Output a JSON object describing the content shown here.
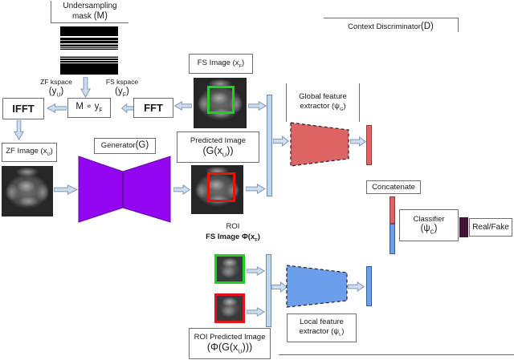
{
  "palette": {
    "generator_purple": "#9405f2",
    "generator_edge": "#5c0b9b",
    "global_red": "#dd6464",
    "global_red_border": "#9c3535",
    "local_blue": "#6d9eeb",
    "local_blue_border": "#2f5e9e",
    "bar_lightblue": "#bdd7ee",
    "bar_lightblue_border": "#6e8cb0",
    "arrow_fill": "#cfdeef",
    "arrow_stroke": "#7c97b8",
    "roi_green": "#1fd11f",
    "roi_red": "#e51414",
    "dark_maroon": "#3f1438",
    "box_border": "#6f6f6f"
  },
  "labels": {
    "mask": {
      "line1": "Undersampling",
      "line2_pre": "mask ",
      "line2_math": "(M)"
    },
    "zf_kspace": {
      "line1": "ZF kspace",
      "pre": "(y",
      "sub": "U",
      "post": ")"
    },
    "fs_kspace": {
      "line1": "FS kspace",
      "pre": "(y",
      "sub": "F",
      "post": ")"
    },
    "ifft": "IFFT",
    "fft": "FFT",
    "hadamard": {
      "pre": "M ∘ y",
      "sub": "F",
      "post": ""
    },
    "zf_image": {
      "pre": "ZF Image (x",
      "sub": "U",
      "post": ")"
    },
    "generator": {
      "pre": "Generator ",
      "math": "(G)"
    },
    "fs_image": {
      "pre": "FS Image (x",
      "sub": "F",
      "post": ")"
    },
    "predicted_image": {
      "line1": "Predicted Image",
      "pre": "(G(x",
      "sub": "U",
      "post": "))"
    },
    "context_discriminator": {
      "pre": "Context Discriminator ",
      "math": "(D)"
    },
    "global_extractor": {
      "line1": "Global feature",
      "pre": "extractor (ψ",
      "sub": "G",
      "post": ")"
    },
    "concatenate": "Concatenate",
    "classifier": {
      "line1": "Classifier",
      "pre": "(ψ",
      "sub": "C",
      "post": ")"
    },
    "real_fake": "Real/Fake",
    "roi_fs": {
      "line1": "ROI",
      "pre": "FS Image Φ(x",
      "sub": "F",
      "post": ")"
    },
    "roi_predicted": {
      "line1": "ROI Predicted Image",
      "pre": "(Φ(G(x",
      "sub": "U",
      "post": ")))"
    },
    "local_extractor": {
      "line1": "Local feature",
      "pre": "extractor (ψ",
      "sub": "L",
      "post": ")"
    }
  }
}
